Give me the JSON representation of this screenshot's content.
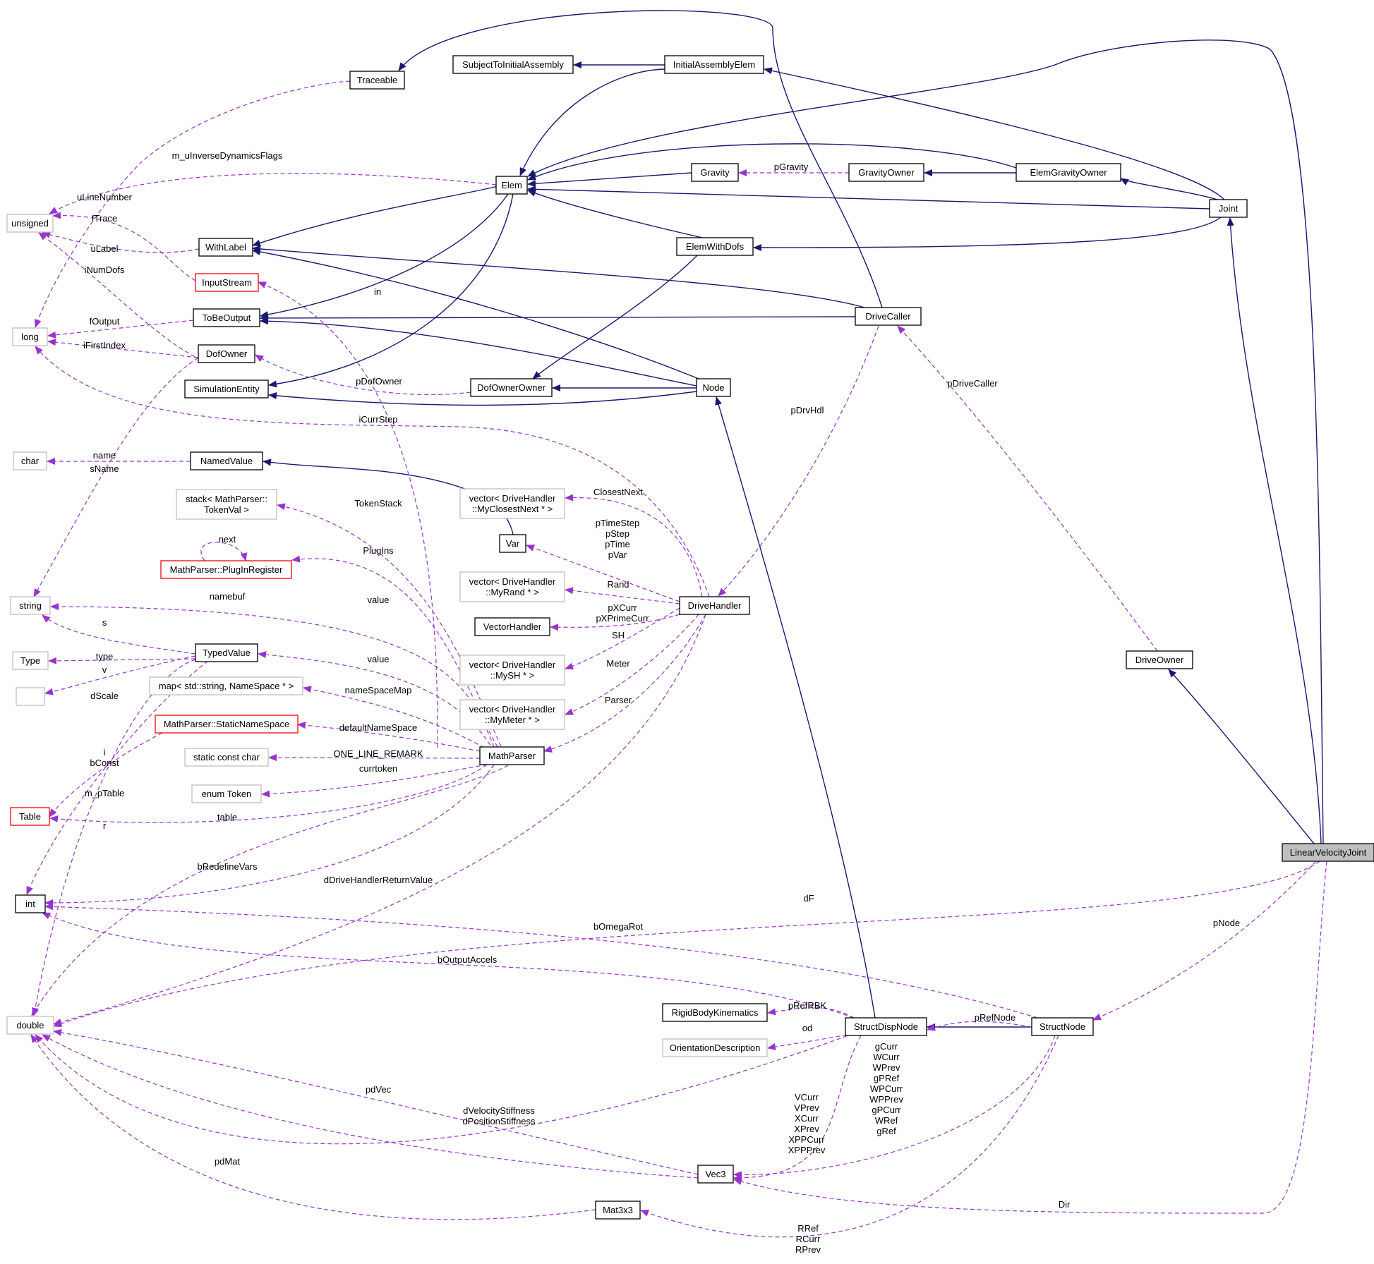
{
  "colors": {
    "inherit": "#191970",
    "usage": "#9a32cd",
    "node_border": "#000000",
    "external_border": "#bfbfbf",
    "undocumented_border": "#ff0000",
    "focus_fill": "#bfbfbf",
    "node_fill": "#ffffff",
    "text": "#000000"
  },
  "nodes": {
    "traceable": "Traceable",
    "subjectToInitialAssembly": "SubjectToInitialAssembly",
    "initialAssemblyElem": "InitialAssemblyElem",
    "elem": "Elem",
    "gravity": "Gravity",
    "gravityOwner": "GravityOwner",
    "elemGravityOwner": "ElemGravityOwner",
    "joint": "Joint",
    "withLabel": "WithLabel",
    "elemWithDofs": "ElemWithDofs",
    "inputStream": "InputStream",
    "toBeOutput": "ToBeOutput",
    "driveCaller": "DriveCaller",
    "dofOwner": "DofOwner",
    "simulationEntity": "SimulationEntity",
    "dofOwnerOwner": "DofOwnerOwner",
    "node": "Node",
    "unsigned": "unsigned",
    "long": "long",
    "char": "char",
    "namedValue": "NamedValue",
    "stackTokenVal": [
      "stack< MathParser::",
      "TokenVal >"
    ],
    "vecClosestNext": [
      "vector< DriveHandler",
      "::MyClosestNext * >"
    ],
    "var": "Var",
    "plugInRegister": "MathParser::PlugInRegister",
    "vecRand": [
      "vector< DriveHandler",
      "::MyRand * >"
    ],
    "driveHandler": "DriveHandler",
    "string": "string",
    "vectorHandler": "VectorHandler",
    "typedValue": "TypedValue",
    "type": "Type",
    "vecSH": [
      "vector< DriveHandler",
      "::MySH * >"
    ],
    "unnamed": "",
    "mapNameSpace": "map< std::string, NameSpace * >",
    "vecMeter": [
      "vector< DriveHandler",
      "::MyMeter * >"
    ],
    "staticNameSpace": "MathParser::StaticNameSpace",
    "mathParser": "MathParser",
    "staticConstChar": "static const char",
    "enumToken": "enum Token",
    "table": "Table",
    "driveOwner": "DriveOwner",
    "linearVelocityJoint": "LinearVelocityJoint",
    "int": "int",
    "double": "double",
    "rigidBodyKinematics": "RigidBodyKinematics",
    "structDispNode": "StructDispNode",
    "structNode": "StructNode",
    "orientationDescription": "OrientationDescription",
    "vec3": "Vec3",
    "mat3x3": "Mat3x3"
  },
  "edge_labels": {
    "m_uInverseDynamicsFlags": "m_uInverseDynamicsFlags",
    "pGravity": "pGravity",
    "uLineNumber": "uLineNumber",
    "fTrace": "fTrace",
    "uLabel": "uLabel",
    "iNumDofs": "iNumDofs",
    "in": "in",
    "fOutput": "fOutput",
    "iFirstIndex": "iFirstIndex",
    "pDofOwner": "pDofOwner",
    "pDriveCaller": "pDriveCaller",
    "pDrvHdl": "pDrvHdl",
    "iCurrStep": "iCurrStep",
    "name": "name",
    "sName": "sName",
    "TokenStack": "TokenStack",
    "ClosestNext": "ClosestNext",
    "next": "next",
    "pTimeStep": [
      "pTimeStep",
      "pStep",
      "pTime",
      "pVar"
    ],
    "PlugIns": "PlugIns",
    "Rand": "Rand",
    "namebuf": "namebuf",
    "value_top": "value",
    "pXCurr": [
      "pXCurr",
      "pXPrimeCurr"
    ],
    "s": "s",
    "SH": "SH",
    "type": "type",
    "v": "v",
    "value_mid": "value",
    "Meter": "Meter",
    "dScale": "dScale",
    "nameSpaceMap": "nameSpaceMap",
    "Parser": "Parser",
    "defaultNameSpace": "defaultNameSpace",
    "i_bConst": [
      "i",
      "bConst"
    ],
    "ONE_LINE_REMARK": "ONE_LINE_REMARK",
    "currtoken": "currtoken",
    "m_pTable": "m_pTable",
    "table": "table",
    "r": "r",
    "bRedefineVars": "bRedefineVars",
    "dDriveHandlerReturnValue": "dDriveHandlerReturnValue",
    "dF": "dF",
    "bOmegaRot": "bOmegaRot",
    "pNode": "pNode",
    "bOutputAccels": "bOutputAccels",
    "pRefRBK": "pRefRBK",
    "pRefNode": "pRefNode",
    "od": "od",
    "gCurr": [
      "gCurr",
      "WCurr",
      "WPrev",
      "gPRef",
      "WPCurr",
      "WPPrev",
      "gPCurr",
      "WRef",
      "gRef"
    ],
    "pdVec": "pdVec",
    "VCurr": [
      "VCurr",
      "VPrev",
      "XCurr",
      "XPrev",
      "XPPCurr",
      "XPPPrev"
    ],
    "dVelocityStiffness": [
      "dVelocityStiffness",
      "dPositionStiffness"
    ],
    "pdMat": "pdMat",
    "Dir": "Dir",
    "RRef": [
      "RRef",
      "RCurr",
      "RPrev"
    ]
  }
}
